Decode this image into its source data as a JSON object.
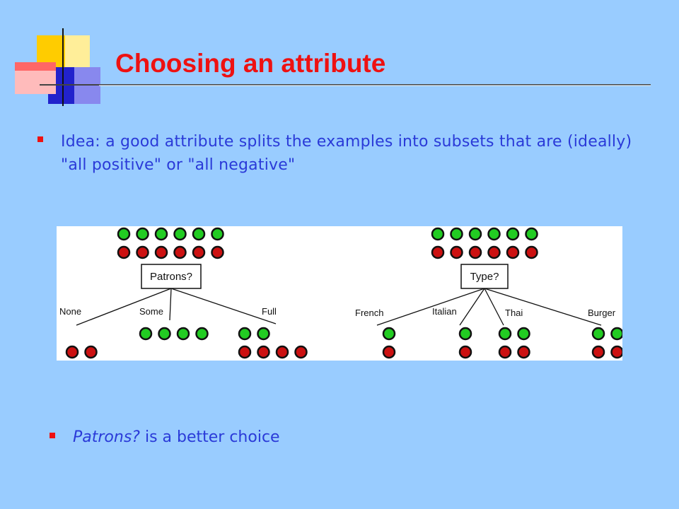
{
  "slide": {
    "title": "Choosing an attribute",
    "bullet1_text": "Idea: a good attribute splits the examples into subsets that are (ideally) \"all positive\" or \"all negative\"",
    "bullet2_attr": "Patrons?",
    "bullet2_rest": " is a better choice"
  },
  "colors": {
    "background": "#99ccff",
    "title": "#ee1111",
    "text": "#2a3ad8",
    "positive": "#22cc22",
    "negative": "#cc1111"
  },
  "trees": [
    {
      "root_label": "Patrons?",
      "root_positive": 6,
      "root_negative": 6,
      "branches": [
        {
          "label": "None",
          "positive": 0,
          "negative": 2
        },
        {
          "label": "Some",
          "positive": 4,
          "negative": 0
        },
        {
          "label": "Full",
          "positive": 2,
          "negative": 4
        }
      ]
    },
    {
      "root_label": "Type?",
      "root_positive": 6,
      "root_negative": 6,
      "branches": [
        {
          "label": "French",
          "positive": 1,
          "negative": 1
        },
        {
          "label": "Italian",
          "positive": 1,
          "negative": 1
        },
        {
          "label": "Thai",
          "positive": 2,
          "negative": 2
        },
        {
          "label": "Burger",
          "positive": 2,
          "negative": 2
        }
      ]
    }
  ]
}
